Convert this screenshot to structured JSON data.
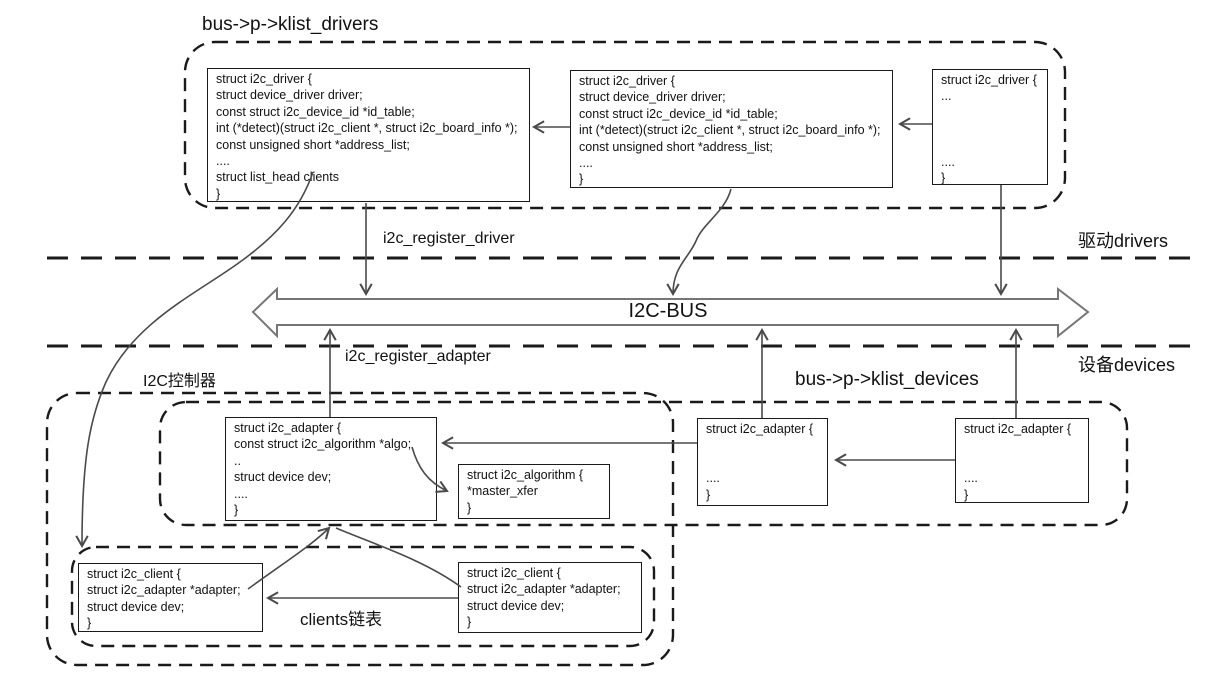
{
  "labels": {
    "klist_drivers": "bus->p->klist_drivers",
    "register_driver": "i2c_register_driver",
    "drivers_zone": "驱动drivers",
    "bus": "I2C-BUS",
    "register_adapter": "i2c_register_adapter",
    "devices_zone": "设备devices",
    "controller": "I2C控制器",
    "klist_devices": "bus->p->klist_devices",
    "clients_list": "clients链表"
  },
  "structs": {
    "driver_detail_1": {
      "lines": [
        "struct i2c_driver {",
        "struct device_driver driver;",
        "const struct i2c_device_id *id_table;",
        "int (*detect)(struct i2c_client *, struct i2c_board_info *);",
        "const unsigned short *address_list;",
        "....",
        "struct list_head clients",
        "}"
      ]
    },
    "driver_detail_2": {
      "lines": [
        "struct i2c_driver {",
        "struct device_driver driver;",
        "const struct i2c_device_id *id_table;",
        "int (*detect)(struct i2c_client *, struct i2c_board_info *);",
        "const unsigned short *address_list;",
        "....",
        "}"
      ]
    },
    "driver_brief": {
      "lines": [
        "struct i2c_driver {",
        "...",
        "",
        "",
        "",
        "....",
        "}"
      ]
    },
    "adapter_detail": {
      "lines": [
        "struct i2c_adapter {",
        "const struct i2c_algorithm *algo;",
        "..",
        "struct device dev;",
        "....",
        "}"
      ]
    },
    "algorithm": {
      "lines": [
        "struct i2c_algorithm {",
        "*master_xfer",
        "}"
      ]
    },
    "adapter_brief_1": {
      "lines": [
        "struct i2c_adapter {",
        "",
        "",
        "....",
        "}"
      ]
    },
    "adapter_brief_2": {
      "lines": [
        "struct i2c_adapter {",
        "",
        "",
        "....",
        "}"
      ]
    },
    "client_1": {
      "lines": [
        "struct i2c_client {",
        "struct i2c_adapter *adapter;",
        "struct device dev;",
        "}"
      ]
    },
    "client_2": {
      "lines": [
        "struct i2c_client {",
        "struct i2c_adapter *adapter;",
        "struct device dev;",
        "}"
      ]
    }
  },
  "colors": {
    "background": "#ffffff",
    "outline": "#1a1a1a",
    "bus_outline": "#767676",
    "arrow": "#4a4a4a",
    "text": "#111111"
  }
}
